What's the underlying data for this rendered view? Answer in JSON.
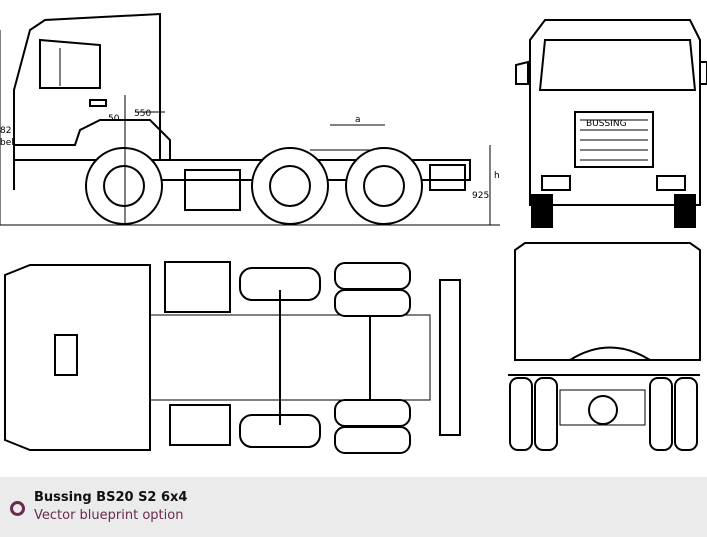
{
  "blueprint": {
    "dimension_labels": {
      "d550": "550",
      "d50": "50",
      "d82": "82",
      "bel": "bel.",
      "a": "a",
      "h": "h",
      "d925": "925"
    },
    "badge_text": "BUSSING"
  },
  "caption": {
    "title": "Bussing BS20 S2 6x4",
    "subtitle": "Vector blueprint option",
    "accent_color": "#6b2a4f"
  }
}
